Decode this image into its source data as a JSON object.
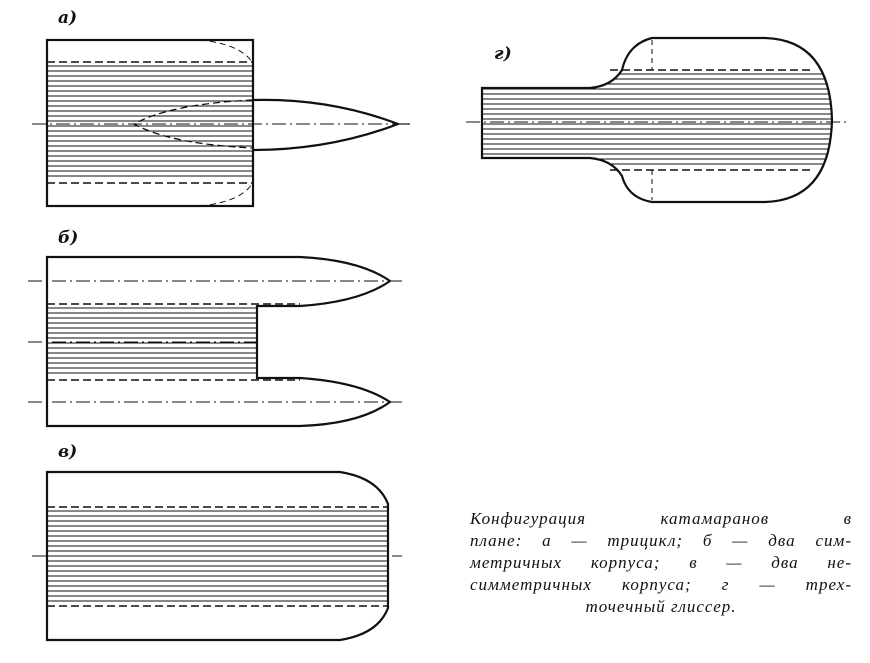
{
  "labels": {
    "a": "а)",
    "b": "б)",
    "v": "в)",
    "g": "г)"
  },
  "caption": {
    "lines": [
      "Конфигурация   катамаранов   в",
      "плане: а — трицикл; б — два сим-",
      "метричных корпуса; в — два не-",
      "симметричных корпуса; г — трех-",
      "точечный глиссер."
    ]
  },
  "colors": {
    "ink": "#111111",
    "background": "#ffffff"
  }
}
